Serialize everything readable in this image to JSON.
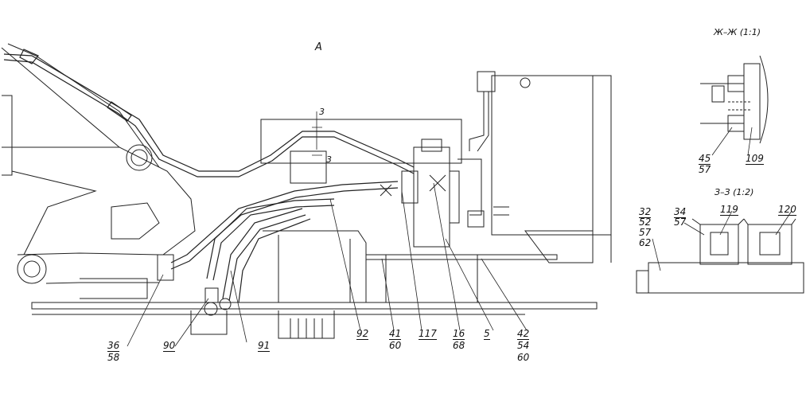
{
  "view_titles": {
    "main": "А",
    "section_zh": "Ж–Ж (1:1)",
    "section_z": "З–З (1:2)"
  },
  "section_marks": {
    "z_upper": "3",
    "z_lower": "3"
  },
  "callouts": {
    "c36": "36",
    "c58": "58",
    "c90": "90",
    "c91": "91",
    "c92": "92",
    "c41": "41",
    "c60a": "60",
    "c117": "117",
    "c16": "16",
    "c68": "68",
    "c5": "5",
    "c42": "42",
    "c54": "54",
    "c60b": "60",
    "c45": "45",
    "c57a": "57",
    "c109": "109",
    "c32": "32",
    "c52": "52",
    "c57b": "57",
    "c62": "62",
    "c34": "34",
    "c57c": "57",
    "c119": "119",
    "c120": "120"
  }
}
